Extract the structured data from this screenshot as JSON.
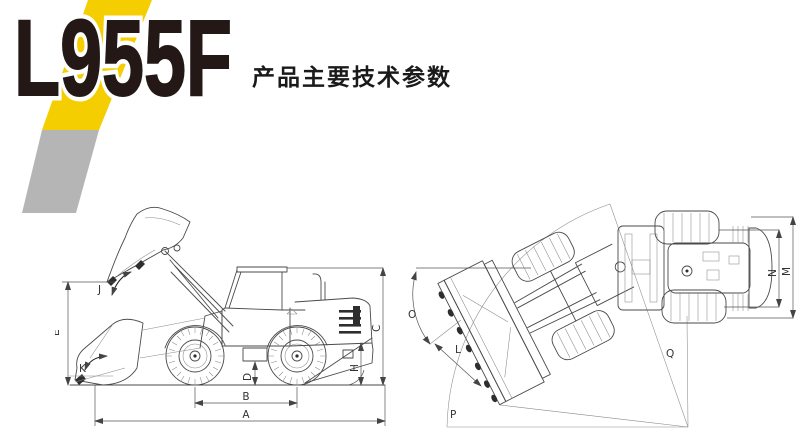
{
  "header": {
    "model": "L955F",
    "subtitle": "产品主要技术参数"
  },
  "colors": {
    "accent_yellow": "#f4ce00",
    "stripe_gray": "#b5b5b6",
    "title_black": "#231815",
    "line_gray": "#4a4a4a"
  },
  "drawings": {
    "side_view": {
      "labels": {
        "j": "J",
        "e": "E",
        "k": "K",
        "d": "D",
        "b": "B",
        "a": "A",
        "h": "H",
        "c": "C"
      }
    },
    "top_view": {
      "labels": {
        "o": "O",
        "l": "L",
        "p": "P",
        "q": "Q",
        "n": "N",
        "m": "M"
      }
    }
  }
}
